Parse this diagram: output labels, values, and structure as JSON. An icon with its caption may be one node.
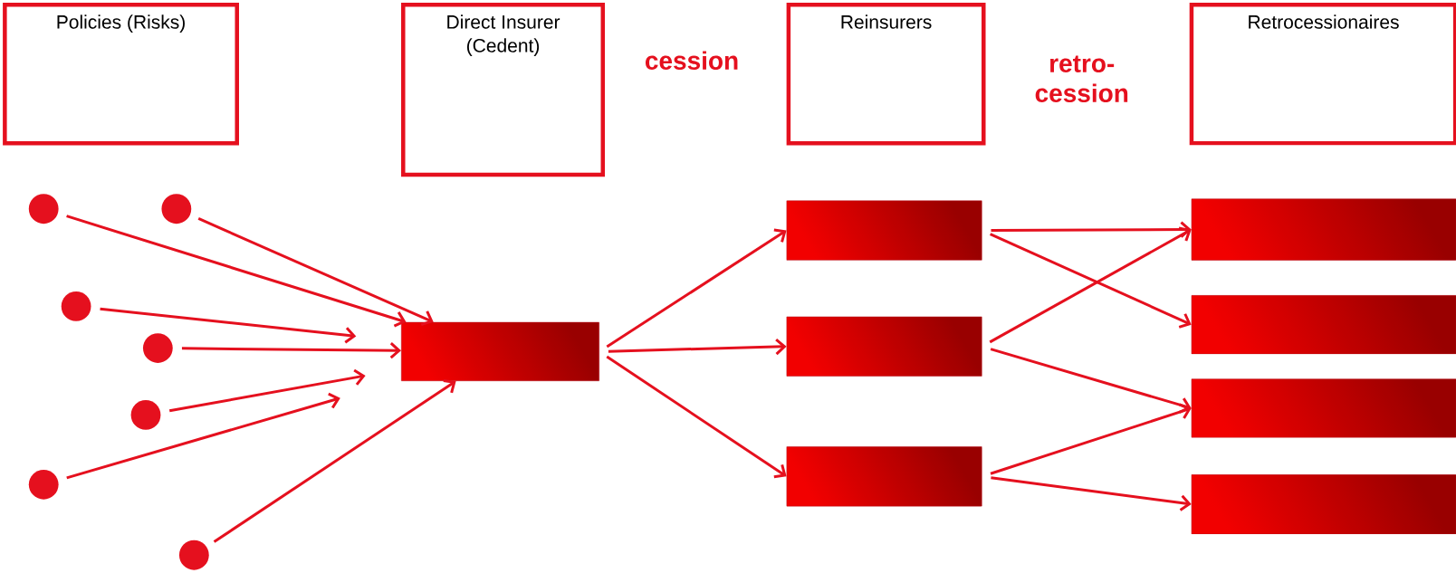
{
  "diagram": {
    "nodes": [
      {
        "text": [
          "Policies (Risks)"
        ]
      },
      {
        "text": [
          "Direct Insurer (Cedent)"
        ]
      },
      {
        "text": [
          "Reinsurers"
        ]
      },
      {
        "text": [
          "Retrocessionaires"
        ]
      },
      {
        "text": [],
        "shape": "circle"
      },
      {
        "text": [],
        "shape": "circle"
      },
      {
        "text": [],
        "shape": "circle"
      },
      {
        "text": [],
        "shape": "circle"
      },
      {
        "text": [],
        "shape": "circle"
      },
      {
        "text": [],
        "shape": "circle"
      },
      {
        "text": [],
        "shape": "circle"
      },
      {
        "text": [],
        "shape": "bar"
      },
      {
        "text": [],
        "shape": "bar"
      },
      {
        "text": [],
        "shape": "bar"
      },
      {
        "text": [],
        "shape": "bar"
      },
      {
        "text": [],
        "shape": "bar"
      },
      {
        "text": [],
        "shape": "bar"
      },
      {
        "text": [],
        "shape": "bar"
      },
      {
        "text": [],
        "shape": "bar"
      }
    ],
    "edges": [
      {
        "from": 4,
        "to": 11,
        "arrow": "to"
      },
      {
        "from": 5,
        "to": 11,
        "arrow": "to"
      },
      {
        "from": 6,
        "to": 11,
        "arrow": "to"
      },
      {
        "from": 7,
        "to": 11,
        "arrow": "to"
      },
      {
        "from": 8,
        "to": 11,
        "arrow": "to"
      },
      {
        "from": 9,
        "to": 11,
        "arrow": "to"
      },
      {
        "from": 10,
        "to": 11,
        "arrow": "to"
      },
      {
        "from": 11,
        "to": 12,
        "arrow": "to"
      },
      {
        "from": 11,
        "to": 13,
        "arrow": "to"
      },
      {
        "from": 11,
        "to": 14,
        "arrow": "to"
      },
      {
        "from": 12,
        "to": 15,
        "arrow": "to"
      },
      {
        "from": 12,
        "to": 16,
        "arrow": "to"
      },
      {
        "from": 13,
        "to": 15,
        "arrow": "to"
      },
      {
        "from": 13,
        "to": 17,
        "arrow": "to"
      },
      {
        "from": 14,
        "to": 17,
        "arrow": "to"
      },
      {
        "from": 14,
        "to": 18,
        "arrow": "to"
      }
    ],
    "labels": [
      "cession",
      "retro- cession"
    ]
  }
}
